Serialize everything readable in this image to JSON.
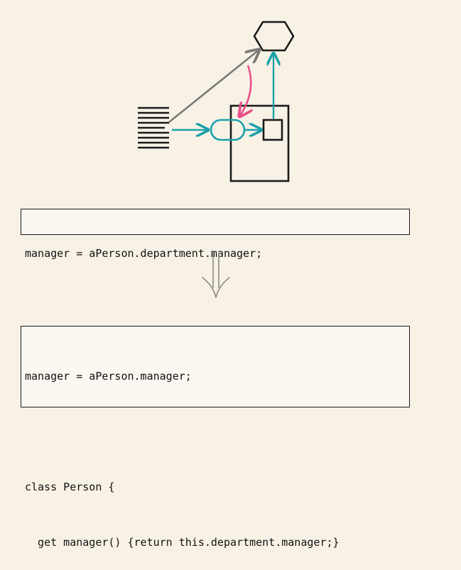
{
  "code_before": {
    "lines": [
      "manager = aPerson.department.manager;"
    ]
  },
  "code_after": {
    "lines": [
      "manager = aPerson.manager;",
      "",
      "class Person {",
      "  get manager() {return this.department.manager;}"
    ]
  },
  "colors": {
    "background": "#f8f2e6",
    "teal": "#1aa0a8",
    "pink": "#e8508a",
    "gray": "#7a7a78",
    "ink": "#1a1a1a"
  },
  "icons": {
    "client": "document-lines-icon",
    "delegate": "hexagon-icon",
    "server": "box-with-inner-square-icon",
    "arrow": "double-down-arrow-icon"
  }
}
